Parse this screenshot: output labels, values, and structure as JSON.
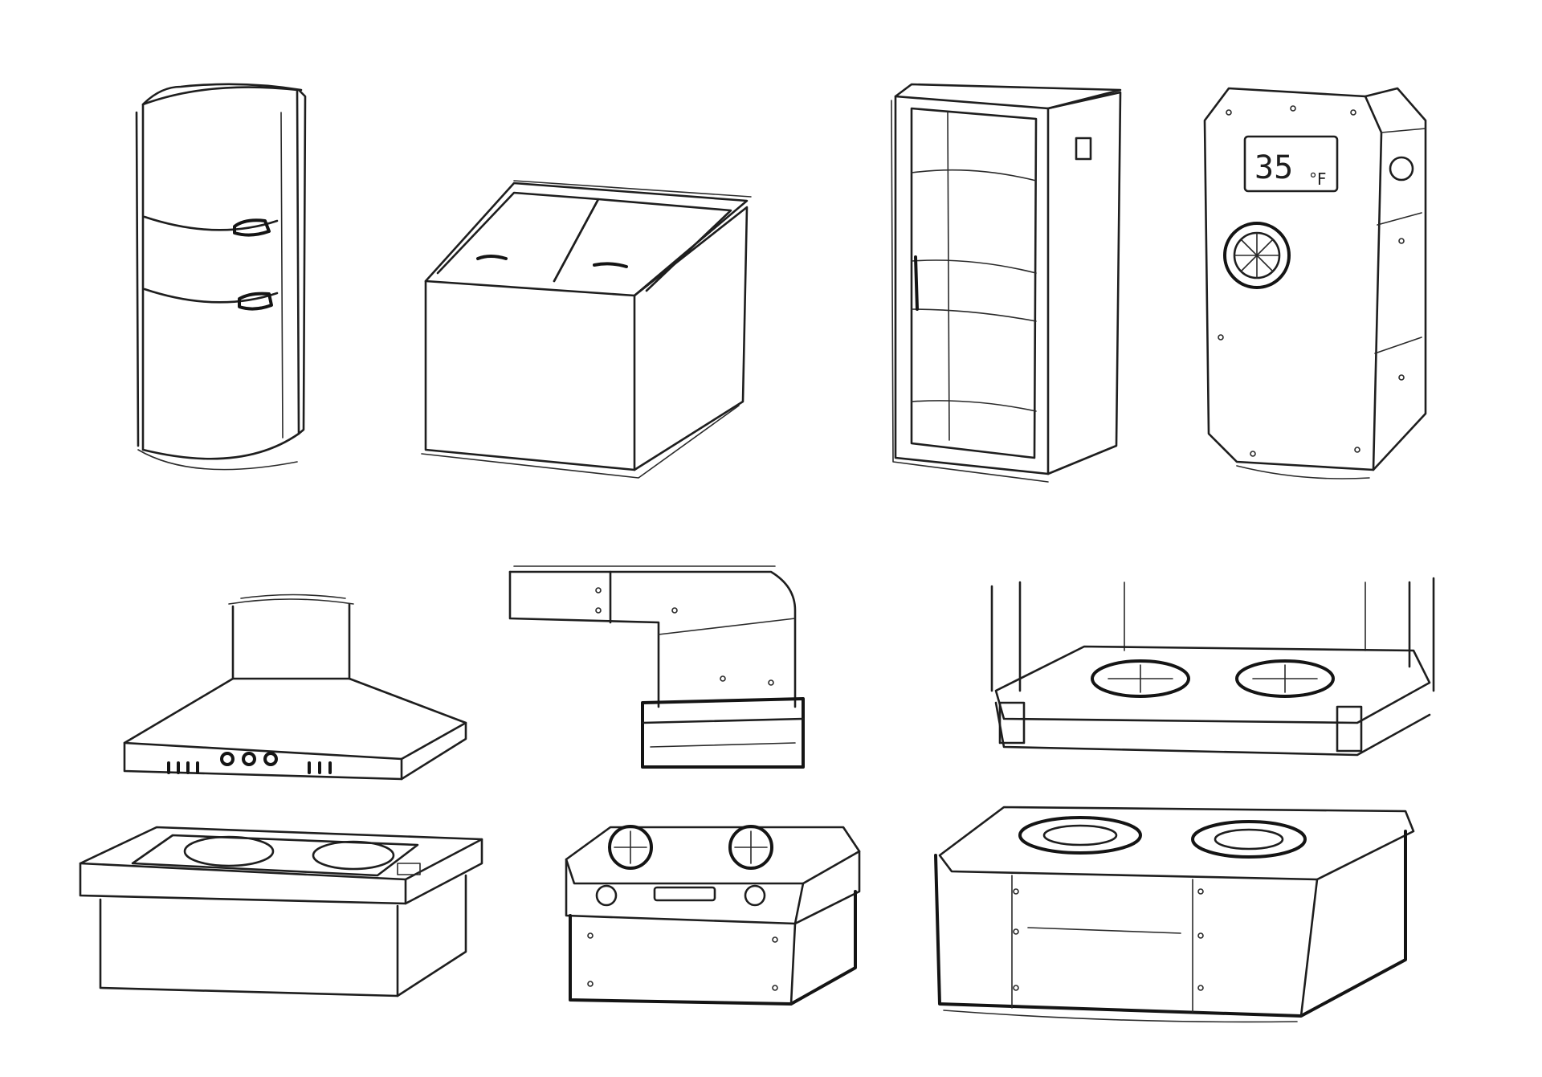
{
  "colors": {
    "ink": "#1e1e1e",
    "paper": "#ffffff"
  },
  "sketches": [
    {
      "name": "tall-fridge"
    },
    {
      "name": "chest-freezer"
    },
    {
      "name": "glass-door-fridge"
    },
    {
      "name": "armored-fridge",
      "readout": "35",
      "unit": "°F"
    },
    {
      "name": "range-hood"
    },
    {
      "name": "vent-duct"
    },
    {
      "name": "hanging-stove-frame"
    },
    {
      "name": "induction-cooktop"
    },
    {
      "name": "compact-stove"
    },
    {
      "name": "large-stove"
    }
  ]
}
